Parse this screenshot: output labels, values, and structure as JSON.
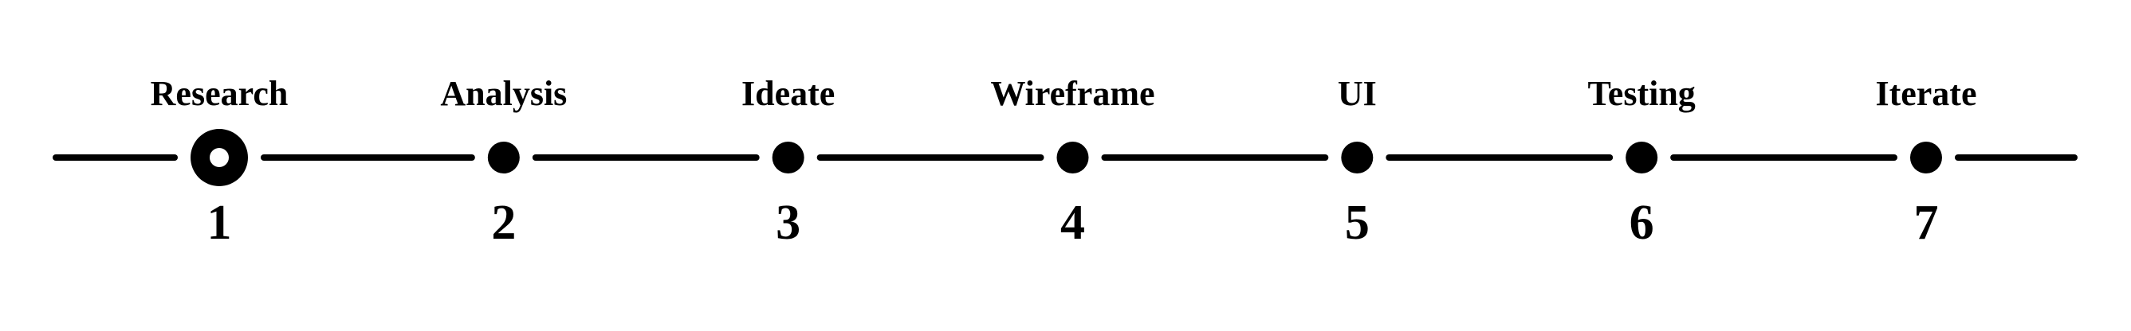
{
  "timeline": {
    "current_step_index": 0,
    "steps": [
      {
        "label": "Research",
        "number": "1"
      },
      {
        "label": "Analysis",
        "number": "2"
      },
      {
        "label": "Ideate",
        "number": "3"
      },
      {
        "label": "Wireframe",
        "number": "4"
      },
      {
        "label": "UI",
        "number": "5"
      },
      {
        "label": "Testing",
        "number": "6"
      },
      {
        "label": "Iterate",
        "number": "7"
      }
    ],
    "colors": {
      "line": "#000000",
      "node": "#000000",
      "current_node_center": "#ffffff",
      "background": "#ffffff"
    }
  }
}
